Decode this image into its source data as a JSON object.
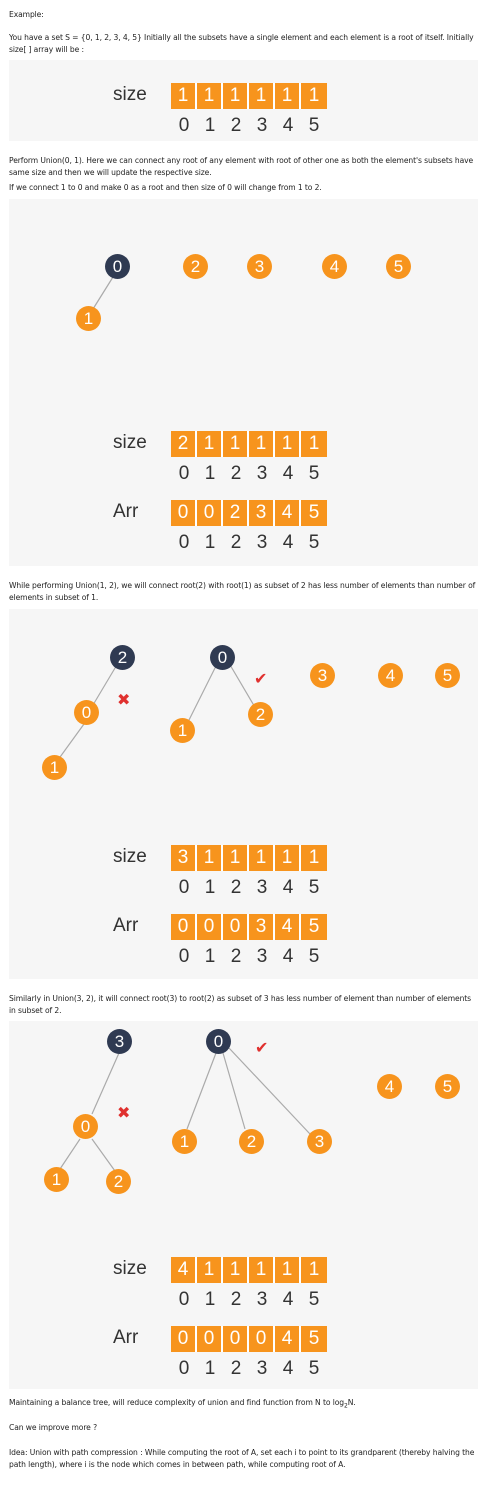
{
  "texts": {
    "example": "Example:",
    "intro": "You have a set S = {0, 1, 2, 3, 4, 5} Initially all the subsets have a single element and each element is a root of itself. Initially size[ ] array will be :",
    "perform": "Perform Union(0, 1). Here we can connect any root of any element with root of other one as both the element's subsets have same size and then we will update the respective size.",
    "perform2": "If we connect 1 to 0 and make 0 as a root and then size of 0 will change from 1 to 2.",
    "union12": "While performing Union(1, 2), we will connect root(2) with root(1) as subset of 2 has less number of elements than number of elements in subset of 1.",
    "union32": "Similarly in Union(3, 2), it will connect root(3) to root(2) as subset of 3 has less number of element than number of elements in subset of 2.",
    "balance_pre": "Maintaining a balance tree, will reduce complexity of union and find function from N to log",
    "balance_sub": "2",
    "balance_post": "N.",
    "improve": "Can we improve more ?",
    "idea": "Idea: Union with path compression : While computing the root of A, set each i to point to its grandparent (thereby halving the path length), where i is the node which comes in between path, while computing root of A."
  },
  "labels": {
    "size": "size",
    "arr": "Arr"
  },
  "indices": [
    "0",
    "1",
    "2",
    "3",
    "4",
    "5"
  ],
  "panel1": {
    "size": [
      "1",
      "1",
      "1",
      "1",
      "1",
      "1"
    ]
  },
  "panel2": {
    "size": [
      "2",
      "1",
      "1",
      "1",
      "1",
      "1"
    ],
    "arr": [
      "0",
      "0",
      "2",
      "3",
      "4",
      "5"
    ],
    "nodes": [
      "0",
      "1",
      "2",
      "3",
      "4",
      "5"
    ]
  },
  "panel3": {
    "size": [
      "3",
      "1",
      "1",
      "1",
      "1",
      "1"
    ],
    "arr": [
      "0",
      "0",
      "0",
      "3",
      "4",
      "5"
    ],
    "rejected_nodes": [
      "2",
      "0",
      "1"
    ],
    "chosen_nodes": [
      "0",
      "1",
      "2"
    ],
    "others": [
      "3",
      "4",
      "5"
    ]
  },
  "panel4": {
    "size": [
      "4",
      "1",
      "1",
      "1",
      "1",
      "1"
    ],
    "arr": [
      "0",
      "0",
      "0",
      "0",
      "4",
      "5"
    ],
    "rejected_nodes": [
      "3",
      "0",
      "1",
      "2"
    ],
    "chosen_nodes": [
      "0",
      "1",
      "2",
      "3"
    ],
    "others": [
      "4",
      "5"
    ]
  },
  "marks": {
    "cross": "✖",
    "check": "✔"
  },
  "colors": {
    "node_orange": "#f7941d",
    "node_dark": "#2f3a52",
    "mark_red": "#e0312f",
    "panel_bg": "#f6f6f6"
  }
}
